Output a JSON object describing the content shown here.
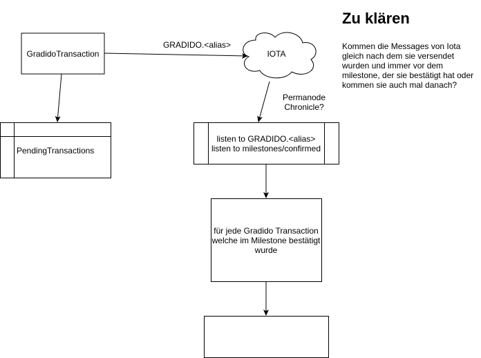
{
  "nodes": {
    "gradido_transaction": "GradidoTransaction",
    "iota": "IOTA",
    "pending_transactions": "PendingTransactions",
    "listener": [
      "listen to GRADIDO.<alias>",
      "listen to milestones/confirmed"
    ],
    "for_each": [
      "für jede Gradido Transaction",
      "welche im Milestone bestätigt",
      "wurde"
    ],
    "empty_box": ""
  },
  "edges": {
    "to_iota_label": "GRADIDO.<alias>",
    "iota_to_listener_label": [
      "Permanode",
      "Chronicle?"
    ]
  },
  "note": {
    "title": "Zu klären",
    "text": "Kommen die Messages von Iota gleich nach dem sie versendet wurden und immer vor dem milestone, der sie bestätigt hat oder kommen sie auch mal danach?"
  }
}
